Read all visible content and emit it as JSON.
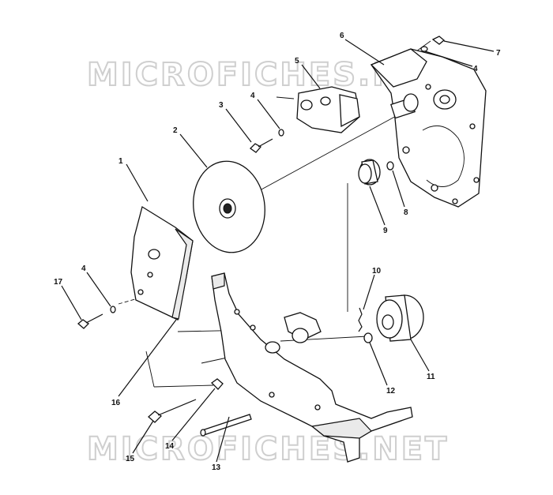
{
  "watermark": {
    "top": "MICROFICHES.NET",
    "bottom": "MICROFICHES.NET"
  },
  "callouts": [
    {
      "id": "1",
      "label": "1"
    },
    {
      "id": "2",
      "label": "2"
    },
    {
      "id": "3",
      "label": "3"
    },
    {
      "id": "4a",
      "label": "4"
    },
    {
      "id": "4b",
      "label": "4"
    },
    {
      "id": "4c",
      "label": "4"
    },
    {
      "id": "5",
      "label": "5"
    },
    {
      "id": "6",
      "label": "6"
    },
    {
      "id": "7",
      "label": "7"
    },
    {
      "id": "8",
      "label": "8"
    },
    {
      "id": "9",
      "label": "9"
    },
    {
      "id": "10",
      "label": "10"
    },
    {
      "id": "11",
      "label": "11"
    },
    {
      "id": "12",
      "label": "12"
    },
    {
      "id": "13",
      "label": "13"
    },
    {
      "id": "14",
      "label": "14"
    },
    {
      "id": "15",
      "label": "15"
    },
    {
      "id": "16",
      "label": "16"
    },
    {
      "id": "17",
      "label": "17"
    }
  ]
}
